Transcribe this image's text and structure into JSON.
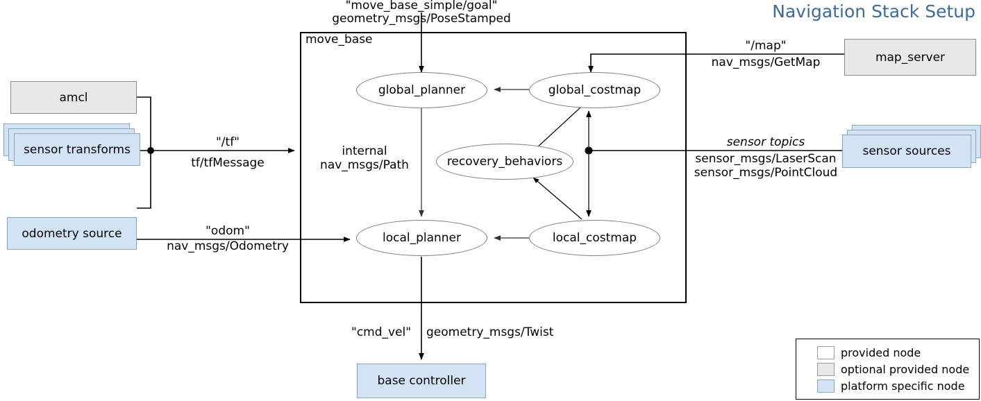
{
  "title": "Navigation Stack Setup",
  "container": {
    "label": "move_base"
  },
  "nodes": {
    "amcl": "amcl",
    "sensor_transforms": "sensor transforms",
    "odometry_source": "odometry source",
    "map_server": "map_server",
    "sensor_sources": "sensor sources",
    "base_controller": "base controller"
  },
  "internal_nodes": {
    "global_planner": "global_planner",
    "global_costmap": "global_costmap",
    "recovery_behaviors": "recovery_behaviors",
    "local_planner": "local_planner",
    "local_costmap": "local_costmap"
  },
  "edges": {
    "goal": {
      "topic": "\"move_base_simple/goal\"",
      "type": "geometry_msgs/PoseStamped"
    },
    "tf": {
      "topic": "\"/tf\"",
      "type": "tf/tfMessage"
    },
    "odom": {
      "topic": "\"odom\"",
      "type": "nav_msgs/Odometry"
    },
    "map": {
      "topic": "\"/map\"",
      "type": "nav_msgs/GetMap"
    },
    "sensor": {
      "topic": "sensor topics",
      "type1": "sensor_msgs/LaserScan",
      "type2": "sensor_msgs/PointCloud"
    },
    "internal_path": {
      "topic": "internal",
      "type": "nav_msgs/Path"
    },
    "cmd_vel": {
      "topic": "\"cmd_vel\"",
      "type": "geometry_msgs/Twist"
    }
  },
  "legend": {
    "items": [
      {
        "label": "provided node",
        "color": "#ffffff"
      },
      {
        "label": "optional provided node",
        "color": "#e8e8e8"
      },
      {
        "label": "platform specific node",
        "color": "#d2e3f4"
      }
    ]
  },
  "colors": {
    "title": "#3d6a99",
    "platform_fill": "#d2e3f4",
    "optional_fill": "#e8e8e8",
    "line": "#000000"
  }
}
